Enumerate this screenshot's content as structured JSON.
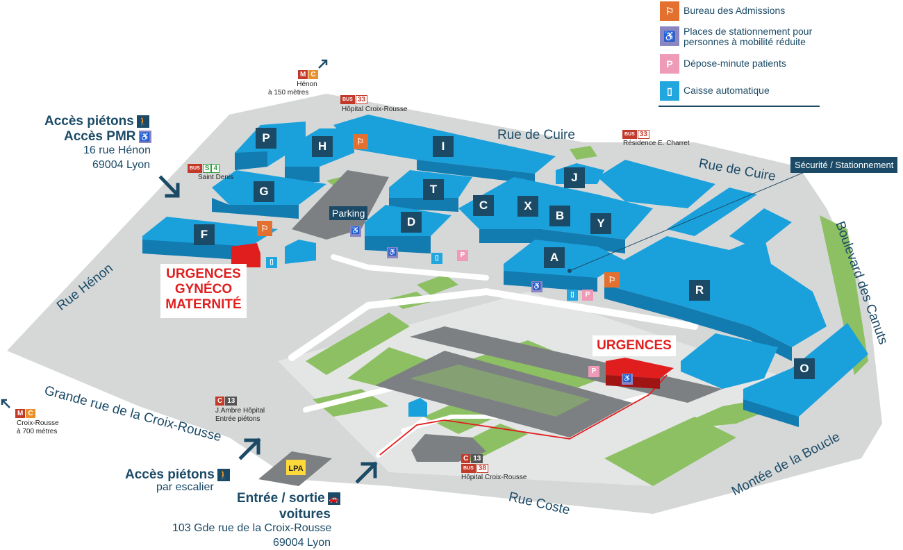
{
  "legend": {
    "items": [
      {
        "icon": "admissions-desk-icon",
        "color": "#e3702e",
        "label": "Bureau des Admissions"
      },
      {
        "icon": "wheelchair-icon",
        "color": "#8a86c4",
        "label": "Places de stationnement pour",
        "label2": "personnes à mobilité réduite"
      },
      {
        "icon": "drop-off-parking-icon",
        "color": "#ef9bb8",
        "label": "Dépose-minute patients"
      },
      {
        "icon": "pay-machine-icon",
        "color": "#22a6de",
        "label": "Caisse automatique"
      }
    ]
  },
  "access": {
    "pedestrian_title": "Accès piétons",
    "pmr_title": "Accès PMR",
    "address_line1": "16 rue Hénon",
    "address_line2": "69004 Lyon",
    "stairs_title": "Accès piétons",
    "stairs_sub": "par escalier",
    "cars_title1": "Entrée / sortie",
    "cars_title2": "voitures",
    "cars_address1": "103 Gde rue de la Croix-Rousse",
    "cars_address2": "69004 Lyon"
  },
  "streets": {
    "rue_de_cuire_1": "Rue de Cuire",
    "rue_de_cuire_2": "Rue de Cuire",
    "rue_henon": "Rue Hénon",
    "grande_rue": "Grande rue de la Croix-Rousse",
    "boulevard": "Boulevard des Canuts",
    "montee": "Montée de la Boucle",
    "rue_coste": "Rue Coste"
  },
  "transit": {
    "henon": {
      "badges": [
        "M",
        "C"
      ],
      "name": "Hénon",
      "distance": "à 150 mètres"
    },
    "croix_rousse_metro": {
      "badges": [
        "M",
        "C"
      ],
      "name": "Croix-Rousse",
      "distance": "à 700 mètres"
    },
    "bus33_hopital": {
      "bus": "BUS",
      "line": "33",
      "name": "Hôpital Croix-Rousse"
    },
    "bus33_residence": {
      "bus": "BUS",
      "line": "33",
      "name": "Résidence E. Charret"
    },
    "s4": {
      "bus": "BUS",
      "line": "S",
      "line2": "4",
      "name": "Saint Denis"
    },
    "c13_ambre": {
      "line": "C",
      "line2": "13",
      "name": "J.Ambre Hôpital",
      "name2": "Entrée piétons"
    },
    "c13_bus38": {
      "line": "C",
      "line2": "13",
      "bus": "BUS",
      "line3": "38",
      "name": "Hôpital Croix-Rousse"
    }
  },
  "buildings": [
    "P",
    "H",
    "I",
    "G",
    "T",
    "J",
    "C",
    "X",
    "B",
    "Y",
    "D",
    "F",
    "A",
    "R",
    "O"
  ],
  "labels": {
    "parking": "Parking",
    "securite": "Sécurité / Stationnement",
    "urgences_gyneco_1": "URGENCES",
    "urgences_gyneco_2": "GYNÉCO",
    "urgences_gyneco_3": "MATERNITÉ",
    "urgences": "URGENCES",
    "lpa": "LPA"
  },
  "colors": {
    "building": "#1aa1dc",
    "building_dark": "#127bb0",
    "accent": "#1b4a66",
    "emergency": "#e01e1e",
    "grass": "#8dc063",
    "ground": "#d9dbdb"
  }
}
